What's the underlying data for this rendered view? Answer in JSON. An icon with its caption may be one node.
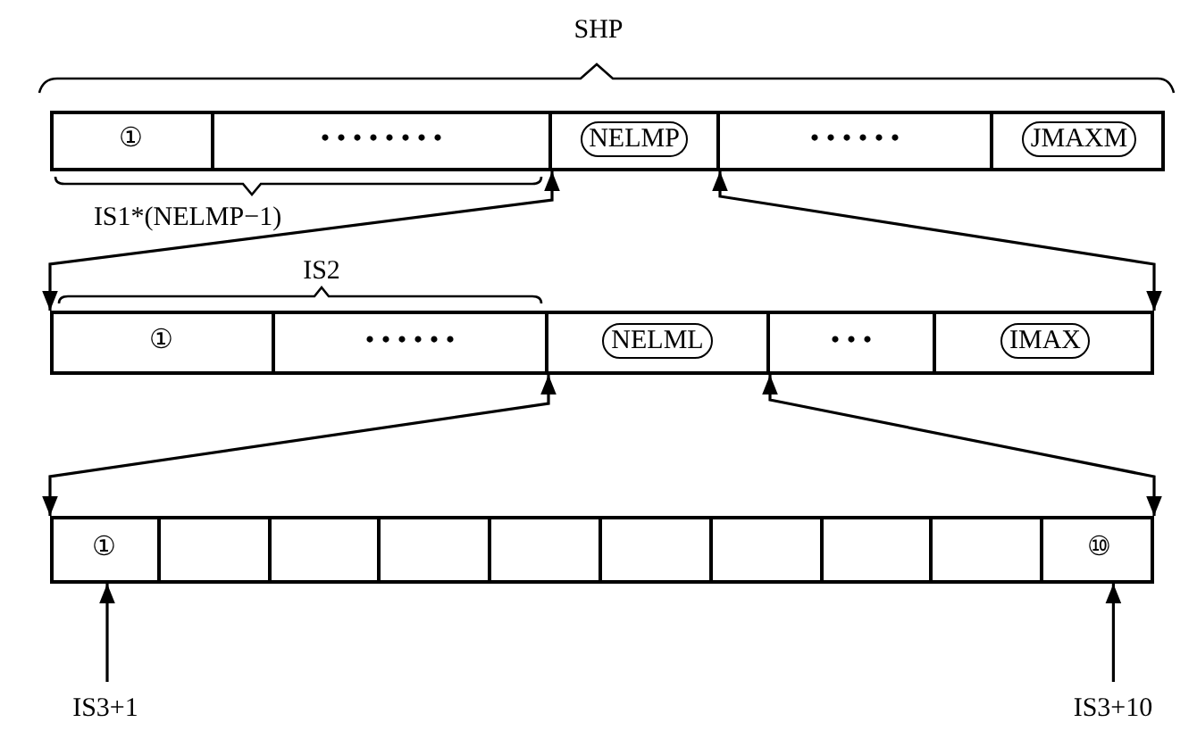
{
  "diagram": {
    "nodes": [
      {
        "text": [],
        "shape": "bar"
      },
      {
        "text": [
          "①"
        ],
        "in": 0
      },
      {
        "text": [
          "• • • • • • • •"
        ],
        "in": 0
      },
      {
        "text": [
          "NELMP"
        ],
        "in": 0
      },
      {
        "text": [
          "• • • • • •"
        ],
        "in": 0
      },
      {
        "text": [
          "JMAXM"
        ],
        "in": 0
      },
      {
        "text": [],
        "shape": "bar"
      },
      {
        "text": [
          "①"
        ],
        "in": 6
      },
      {
        "text": [
          "• • • • • •"
        ],
        "in": 6
      },
      {
        "text": [
          "NELML"
        ],
        "in": 6
      },
      {
        "text": [
          "• • •"
        ],
        "in": 6
      },
      {
        "text": [
          "IMAX"
        ],
        "in": 6
      },
      {
        "text": [],
        "shape": "bar"
      },
      {
        "text": [
          "①"
        ],
        "in": 12
      },
      {
        "text": [],
        "shape": "box",
        "in": 12
      },
      {
        "text": [],
        "shape": "box",
        "in": 12
      },
      {
        "text": [],
        "shape": "box",
        "in": 12
      },
      {
        "text": [],
        "shape": "box",
        "in": 12
      },
      {
        "text": [],
        "shape": "box",
        "in": 12
      },
      {
        "text": [],
        "shape": "box",
        "in": 12
      },
      {
        "text": [],
        "shape": "box",
        "in": 12
      },
      {
        "text": [],
        "shape": "box",
        "in": 12
      },
      {
        "text": [
          "⑩"
        ],
        "in": 12
      },
      {
        "text": [
          "IS3+1"
        ]
      },
      {
        "text": [
          "IS3+10"
        ]
      }
    ],
    "edges": [
      {
        "from": 3,
        "to": 6,
        "arrow": "both"
      },
      {
        "from": 3,
        "to": 6,
        "arrow": "both"
      },
      {
        "from": 9,
        "to": 12,
        "arrow": "both"
      },
      {
        "from": 9,
        "to": 12,
        "arrow": "both"
      },
      {
        "from": 23,
        "to": 13,
        "arrow": "to"
      },
      {
        "from": 24,
        "to": 22,
        "arrow": "to"
      }
    ],
    "labels": [
      "SHP",
      "IS1*(NELMP−1)",
      "IS2"
    ]
  }
}
